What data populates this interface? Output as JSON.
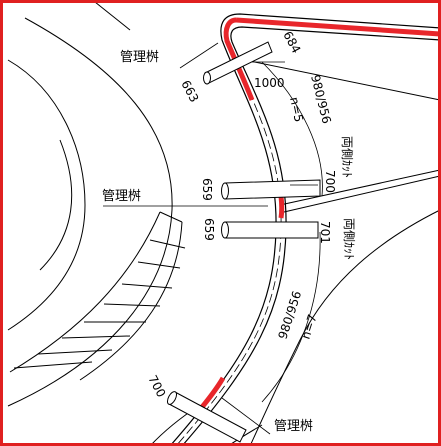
{
  "labels": {
    "kanri_1": "管理桝",
    "kanri_2": "管理桝",
    "kanri_3": "管理桝"
  },
  "dimensions": {
    "d684": "684",
    "d1000": "1000",
    "d663": "663",
    "span_upper": "980/956",
    "n_upper": "n=5",
    "d700_top": "700",
    "ryogawa_cut_1": "両側ｶｯﾄ",
    "d659_upper": "659",
    "d659_lower": "659",
    "d701": "701",
    "ryogawa_cut_2": "両側ｶｯﾄ",
    "span_lower": "980/956",
    "n_lower": "n=7",
    "d700_bottom": "700"
  },
  "colors": {
    "line": "#000000",
    "accent": "#e8262b",
    "frame": "#e02020",
    "hatch": "#000000"
  }
}
